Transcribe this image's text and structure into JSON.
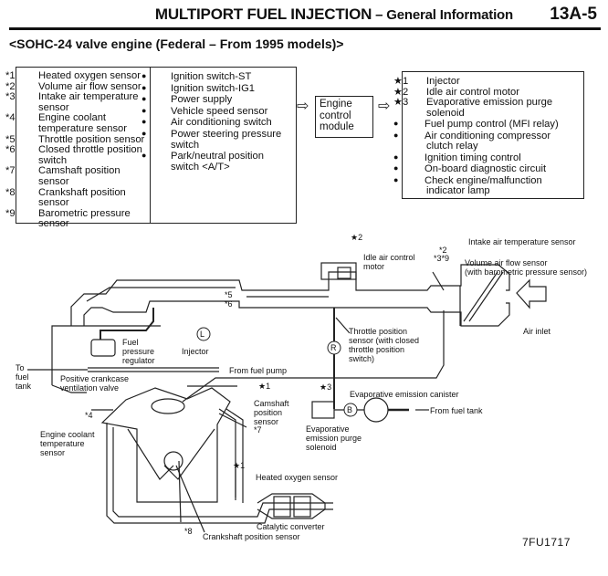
{
  "header": {
    "title_main": "MULTIPORT FUEL INJECTION",
    "title_sep": " – ",
    "title_sub": "General Information",
    "page_number": "13A-5"
  },
  "subtitle": "<SOHC-24 valve engine (Federal – From 1995 models)>",
  "inputs": {
    "sensors": [
      {
        "mark": "*1",
        "label": "Heated oxygen sensor"
      },
      {
        "mark": "*2",
        "label": "Volume air flow sensor"
      },
      {
        "mark": "*3",
        "label": "Intake air temperature sensor"
      },
      {
        "mark": "*4",
        "label": "Engine coolant temperature sensor"
      },
      {
        "mark": "*5",
        "label": "Throttle position sensor"
      },
      {
        "mark": "*6",
        "label": "Closed throttle position switch"
      },
      {
        "mark": "*7",
        "label": "Camshaft position sensor"
      },
      {
        "mark": "*8",
        "label": "Crankshaft position sensor"
      },
      {
        "mark": "*9",
        "label": "Barometric pressure sensor"
      }
    ],
    "switches": [
      "Ignition switch-ST",
      "Ignition switch-IG1",
      "Power supply",
      "Vehicle speed sensor",
      "Air conditioning switch",
      "Power steering pressure switch",
      "Park/neutral position switch <A/T>"
    ]
  },
  "ecm": {
    "label": "Engine control module",
    "arrow_in": "⇨",
    "arrow_out": "⇨"
  },
  "outputs": {
    "actuators": [
      {
        "mark": "★1",
        "label": "Injector"
      },
      {
        "mark": "★2",
        "label": "Idle air control motor"
      },
      {
        "mark": "★3",
        "label": "Evaporative emission purge solenoid"
      }
    ],
    "controls": [
      "Fuel pump control (MFI relay)",
      "Air conditioning compressor clutch relay",
      "Ignition timing control",
      "On-board diagnostic circuit",
      "Check engine/malfunction indicator lamp"
    ]
  },
  "diagram_labels": {
    "star2": "★2",
    "idle_air": "Idle air control motor",
    "intake_temp": "Intake air temperature sensor",
    "mark_2": "*2",
    "mark_3_9": "*3*9",
    "vaf_line1": "Volume air flow sensor",
    "vaf_line2": "(with barometric pressure sensor)",
    "mark_5": "*5",
    "mark_6": "*6",
    "air_inlet": "Air inlet",
    "tps": "Throttle position sensor (with closed throttle position switch)",
    "hose_L": "L",
    "hose_R": "R",
    "hose_B": "B",
    "fuel_reg": "Fuel pressure regulator",
    "injector": "Injector",
    "to_fuel_tank": "To fuel tank",
    "pcv": "Positive crankcase ventilation valve",
    "from_fuel_pump": "From fuel pump",
    "star1_top": "★1",
    "star3": "★3",
    "evap_canister": "Evaporative emission canister",
    "camshaft": "Camshaft position sensor",
    "mark_4": "*4",
    "mark_7": "*7",
    "from_fuel_tank": "From fuel tank",
    "evap_purge": "Evaporative emission purge solenoid",
    "ect": "Engine coolant temperature sensor",
    "star1_bottom": "★1",
    "heated_o2": "Heated oxygen sensor",
    "catalytic": "Catalytic converter",
    "mark_8": "*8",
    "crankshaft": "Crankshaft position sensor"
  },
  "figure_id": "7FU1717"
}
